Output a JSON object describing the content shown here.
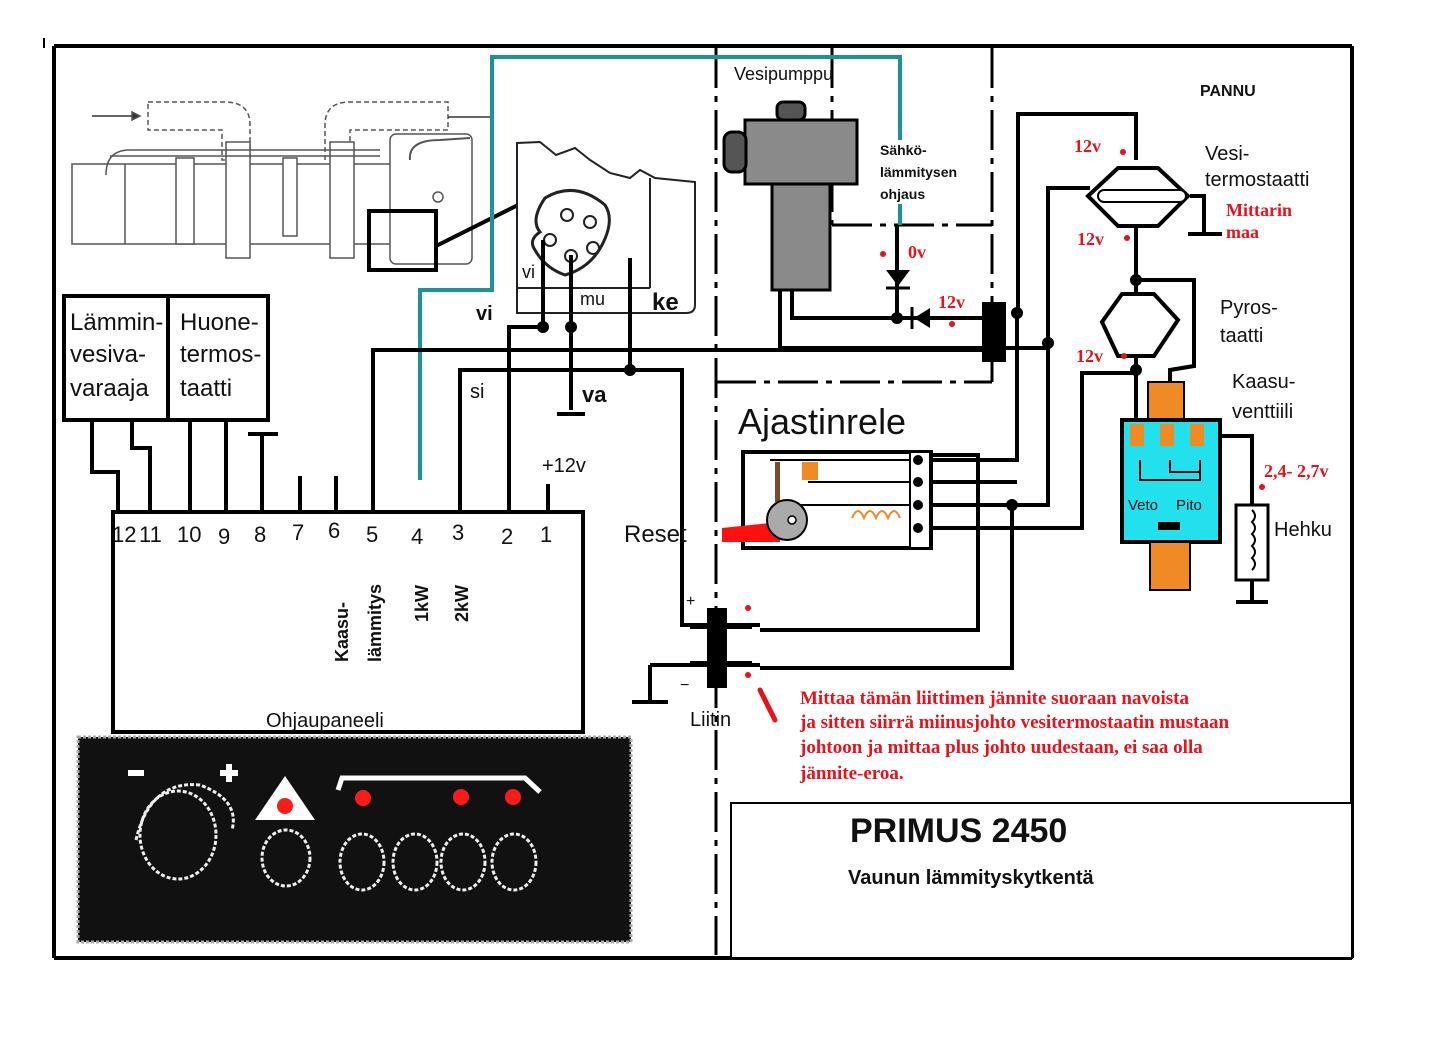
{
  "title": {
    "main": "PRIMUS 2450",
    "subtitle": "Vaunun lämmityskytkentä"
  },
  "sections": {
    "boiler": "PANNU",
    "water_pump": "Vesipumppu",
    "electric_control": [
      "Sähkö-",
      "lämmitysen",
      "ohjaus"
    ],
    "timer_relay": "Ajastinrele",
    "reset": "Reset",
    "connector": "Liitin",
    "control_panel": "Ohjaupaneeli"
  },
  "left_boxes": {
    "hot_water_tank": [
      "Lämmin-",
      "vesiva-",
      "varaaja"
    ],
    "room_thermostat": [
      "Huone-",
      "termos-",
      "taatti"
    ]
  },
  "terminals": {
    "numbers": [
      "12",
      "11",
      "10",
      "9",
      "8",
      "7",
      "6",
      "5",
      "4",
      "3",
      "2",
      "1"
    ],
    "supply": "+12v",
    "functions": {
      "gas_heating": [
        "Kaasu-",
        "lämmitys"
      ],
      "one_kw": "1kW",
      "two_kw": "2kW"
    }
  },
  "plug": {
    "pins": {
      "vi_inner": "vi",
      "mu": "mu",
      "ke": "ke"
    },
    "wires": {
      "vi": "vi",
      "si": "si",
      "va": "va"
    }
  },
  "components": {
    "water_thermostat": [
      "Vesi-",
      "termostaatti"
    ],
    "meter_ground": [
      "Mittarin",
      "maa"
    ],
    "pyrostat": [
      "Pyros-",
      "taatti"
    ],
    "gas_valve": [
      "Kaasu-",
      "venttiili"
    ],
    "valve_coils": {
      "pull": "Veto",
      "hold": "Pito"
    },
    "glow": "Hehku"
  },
  "measurements": {
    "thermostat_in": "12v",
    "thermostat_out": "12v",
    "pyrostat_out": "12v",
    "diode_zero": "0v",
    "diode_twelve": "12v",
    "glow_voltage": "2,4- 2,7v"
  },
  "connector_polarity": {
    "plus": "+",
    "minus": "−"
  },
  "instructions": [
    "Mittaa tämän liittimen jännite suoraan navoista",
    "ja sitten siirrä miinusjohto vesitermostaatin mustaan",
    "johtoon ja mittaa plus johto uudestaan, ei saa olla",
    "jännite-eroa."
  ],
  "panel": {
    "minus": "−",
    "plus": "+",
    "indicator_color": "#ff1a1a"
  },
  "colors": {
    "control_wire": "#1a9494",
    "annotation": "#e8121c",
    "valve_body": "#22e0ec",
    "valve_fittings": "#f08a24",
    "pump_body": "#8a8a8a",
    "reset_lever": "#ff1010"
  }
}
